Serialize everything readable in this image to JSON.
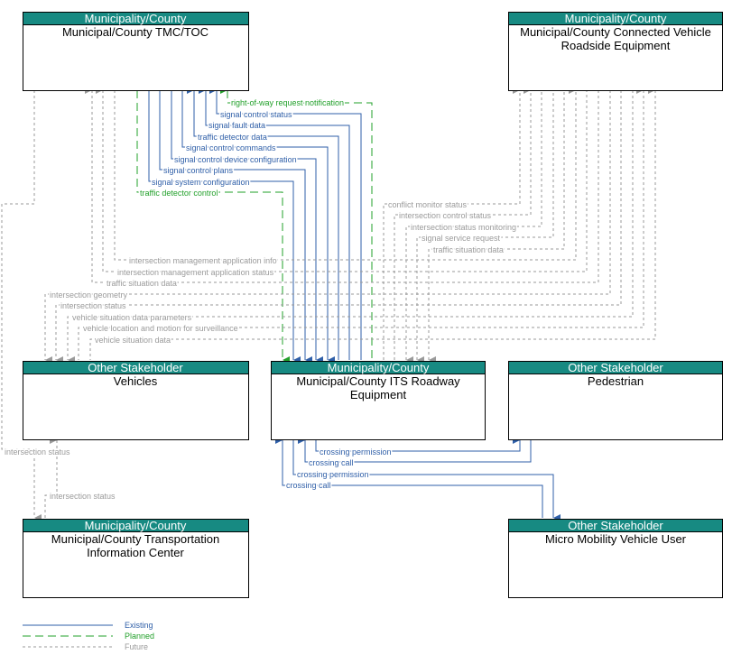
{
  "colors": {
    "header": "#178a82",
    "existing": "#2f5fa8",
    "planned": "#22a02a",
    "future": "#9a9a9a"
  },
  "boxes": {
    "tmc": {
      "stakeholder": "Municipality/County",
      "name": [
        "Municipal/County TMC/TOC"
      ]
    },
    "cv": {
      "stakeholder": "Municipality/County",
      "name": [
        "Municipal/County Connected Vehicle",
        "Roadside Equipment"
      ]
    },
    "vehicles": {
      "stakeholder": "Other Stakeholder",
      "name": [
        "Vehicles"
      ]
    },
    "its": {
      "stakeholder": "Municipality/County",
      "name": [
        "Municipal/County ITS Roadway",
        "Equipment"
      ]
    },
    "ped": {
      "stakeholder": "Other Stakeholder",
      "name": [
        "Pedestrian"
      ]
    },
    "tic": {
      "stakeholder": "Municipality/County",
      "name": [
        "Municipal/County Transportation",
        "Information Center"
      ]
    },
    "mm": {
      "stakeholder": "Other Stakeholder",
      "name": [
        "Micro Mobility Vehicle User"
      ]
    }
  },
  "flows": {
    "f1": "right-of-way request notification",
    "f2": "signal control status",
    "f3": "signal fault data",
    "f4": "traffic detector data",
    "f5": "signal control commands",
    "f6": "signal control device configuration",
    "f7": "signal control plans",
    "f8": "signal system configuration",
    "f9": "traffic detector control",
    "c1": "conflict monitor status",
    "c2": "intersection control status",
    "c3": "intersection status monitoring",
    "c4": "signal service request",
    "c5": "traffic situation data",
    "t1": "intersection management application info",
    "t2": "intersection management application status",
    "t3": "traffic situation data",
    "v1": "intersection geometry",
    "v2": "intersection status",
    "v3": "vehicle situation data parameters",
    "v4": "vehicle location and motion for surveillance",
    "v5": "vehicle situation data",
    "i1": "intersection status",
    "i2": "intersection status",
    "p1": "crossing permission",
    "p2": "crossing call",
    "m1": "crossing permission",
    "m2": "crossing call"
  },
  "legend": {
    "existing": "Existing",
    "planned": "Planned",
    "future": "Future"
  }
}
